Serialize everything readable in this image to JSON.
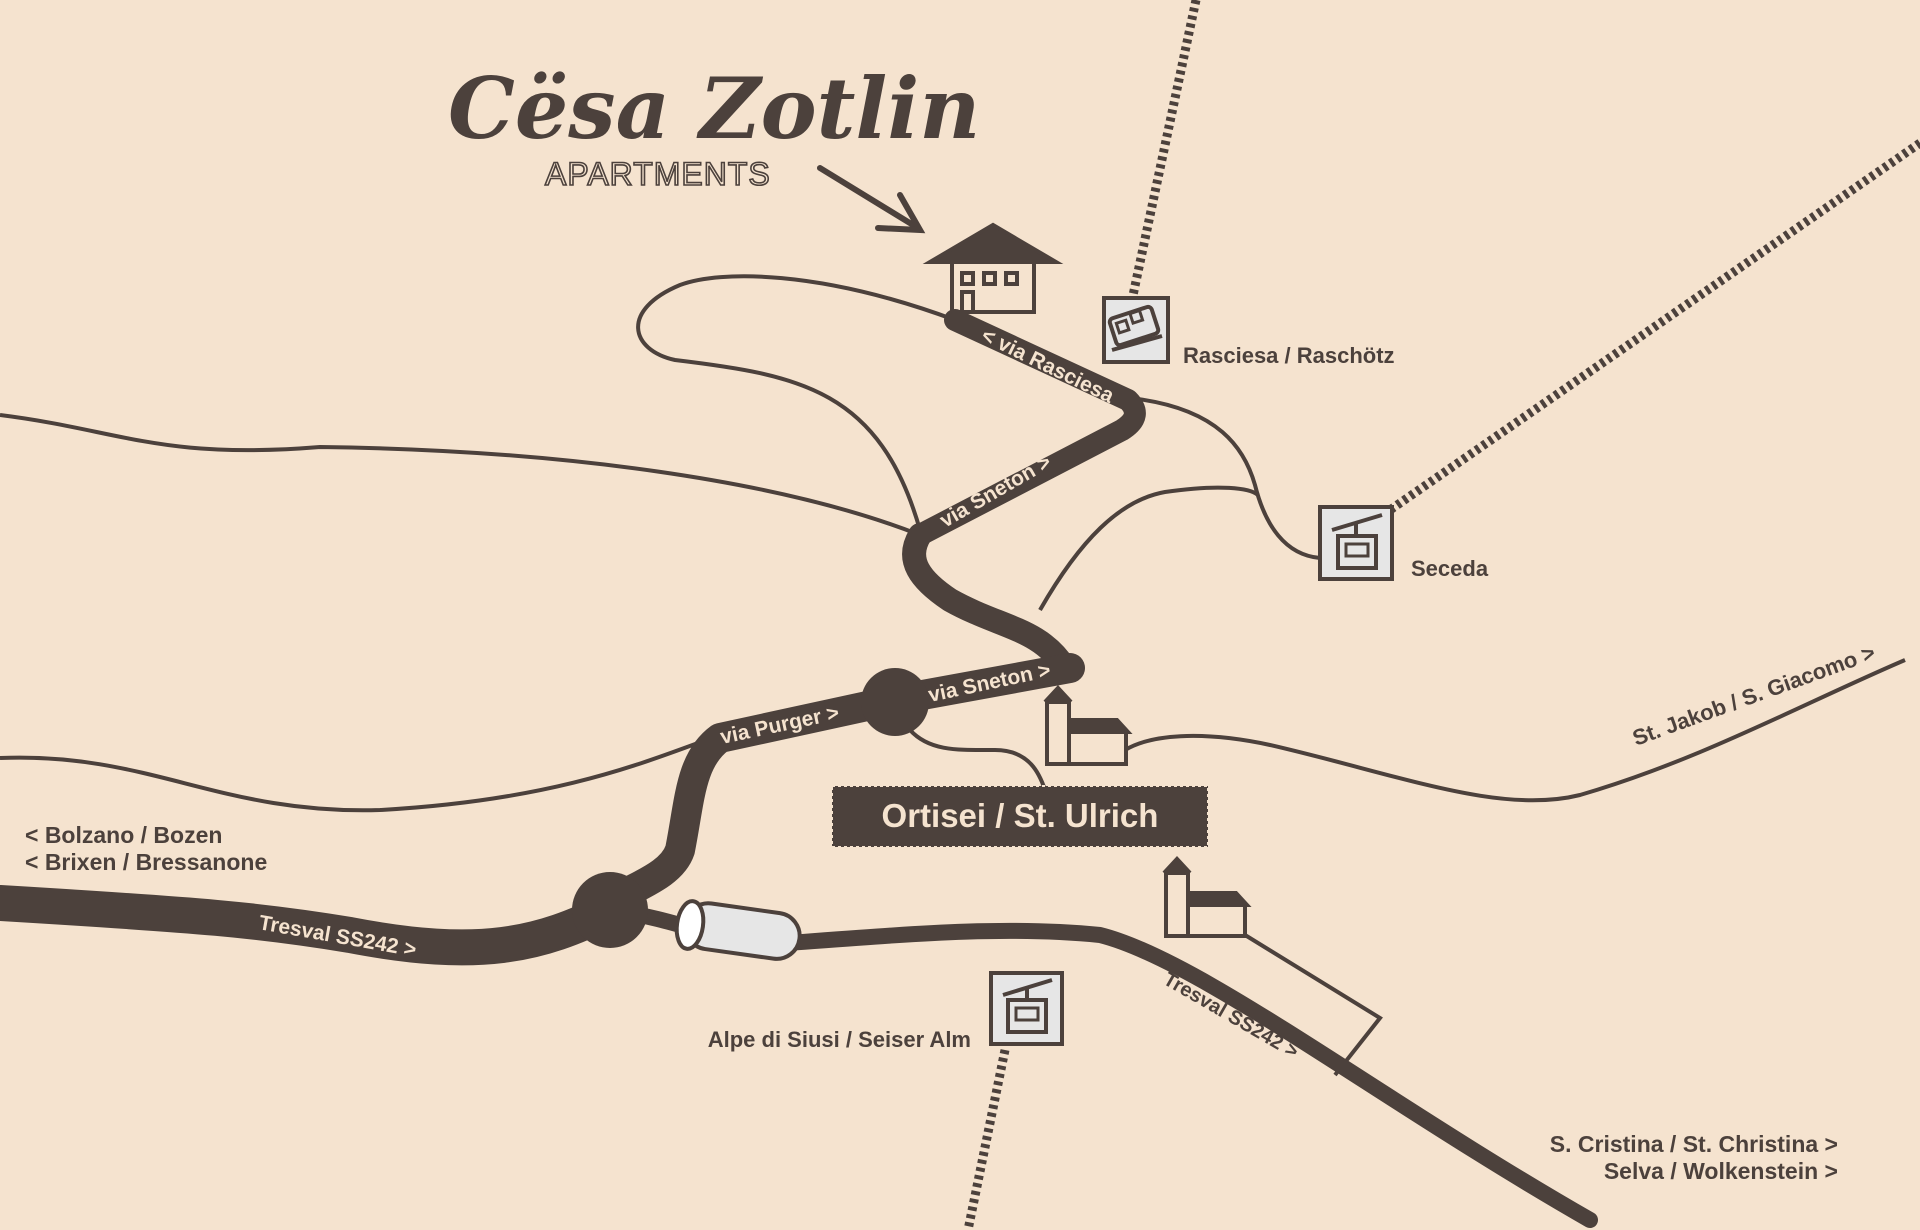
{
  "brand": {
    "name": "Cësa Zotlin",
    "subtitle": "APARTMENTS"
  },
  "town": {
    "name": "Ortisei / St. Ulrich"
  },
  "destinations": {
    "bolzano": "< Bolzano / Bozen",
    "brixen": "< Brixen / Bressanone",
    "st_jakob": "St. Jakob / S. Giacomo >",
    "s_cristina": "S. Cristina / St. Christina >",
    "selva": "Selva / Wolkenstein >"
  },
  "lifts": {
    "rasciesa": {
      "label": "Rasciesa / Raschötz",
      "icon": "funicular-icon"
    },
    "seceda": {
      "label": "Seceda",
      "icon": "cable-car-icon"
    },
    "alpe": {
      "label": "Alpe di Siusi / Seiser Alm",
      "icon": "cable-car-icon"
    }
  },
  "roads": {
    "via_rasciesa": "< via Rasciesa",
    "via_sneton_upper": "via Sneton >",
    "via_sneton_lower": "via Sneton >",
    "via_purger": "via Purger >",
    "tresval_west": "Tresval SS242 >",
    "tresval_east": "Tresval SS242 >"
  },
  "colors": {
    "background": "#f5e3cf",
    "ink": "#4c413c",
    "icon_fill": "#e6e6e6"
  }
}
